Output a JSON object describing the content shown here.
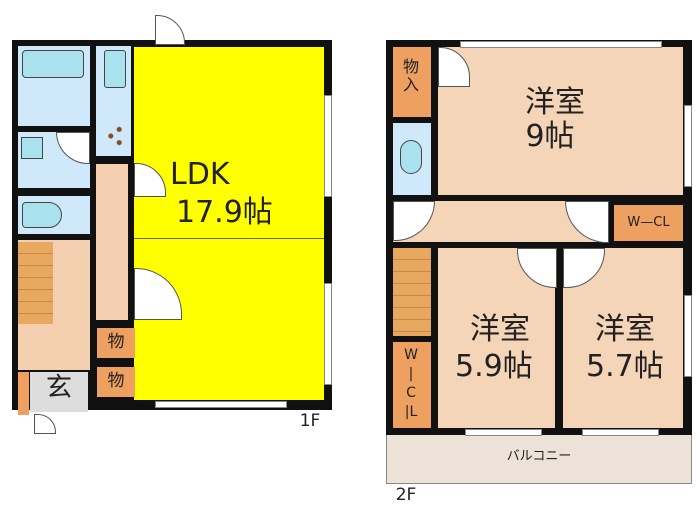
{
  "floor1": {
    "label": "1F",
    "ldk": {
      "name": "LDK",
      "size": "17.9帖"
    },
    "storage1": "物",
    "storage2": "物",
    "entrance": "玄"
  },
  "floor2": {
    "label": "2F",
    "room_main": {
      "name": "洋室",
      "size": "9帖"
    },
    "room_left": {
      "name": "洋室",
      "size": "5.9帖"
    },
    "room_right": {
      "name": "洋室",
      "size": "5.7帖"
    },
    "storage": "物入",
    "walkin_closet_h": "W—CL",
    "walkin_closet_v": "W|C|L",
    "balcony": "バルコニー"
  },
  "colors": {
    "ldk": "#ffff00",
    "room": "#f5d5b8",
    "storage": "#eda060",
    "wet": "#cfe9fb",
    "entrance": "#dddddd",
    "balcony": "#ece2d8"
  }
}
